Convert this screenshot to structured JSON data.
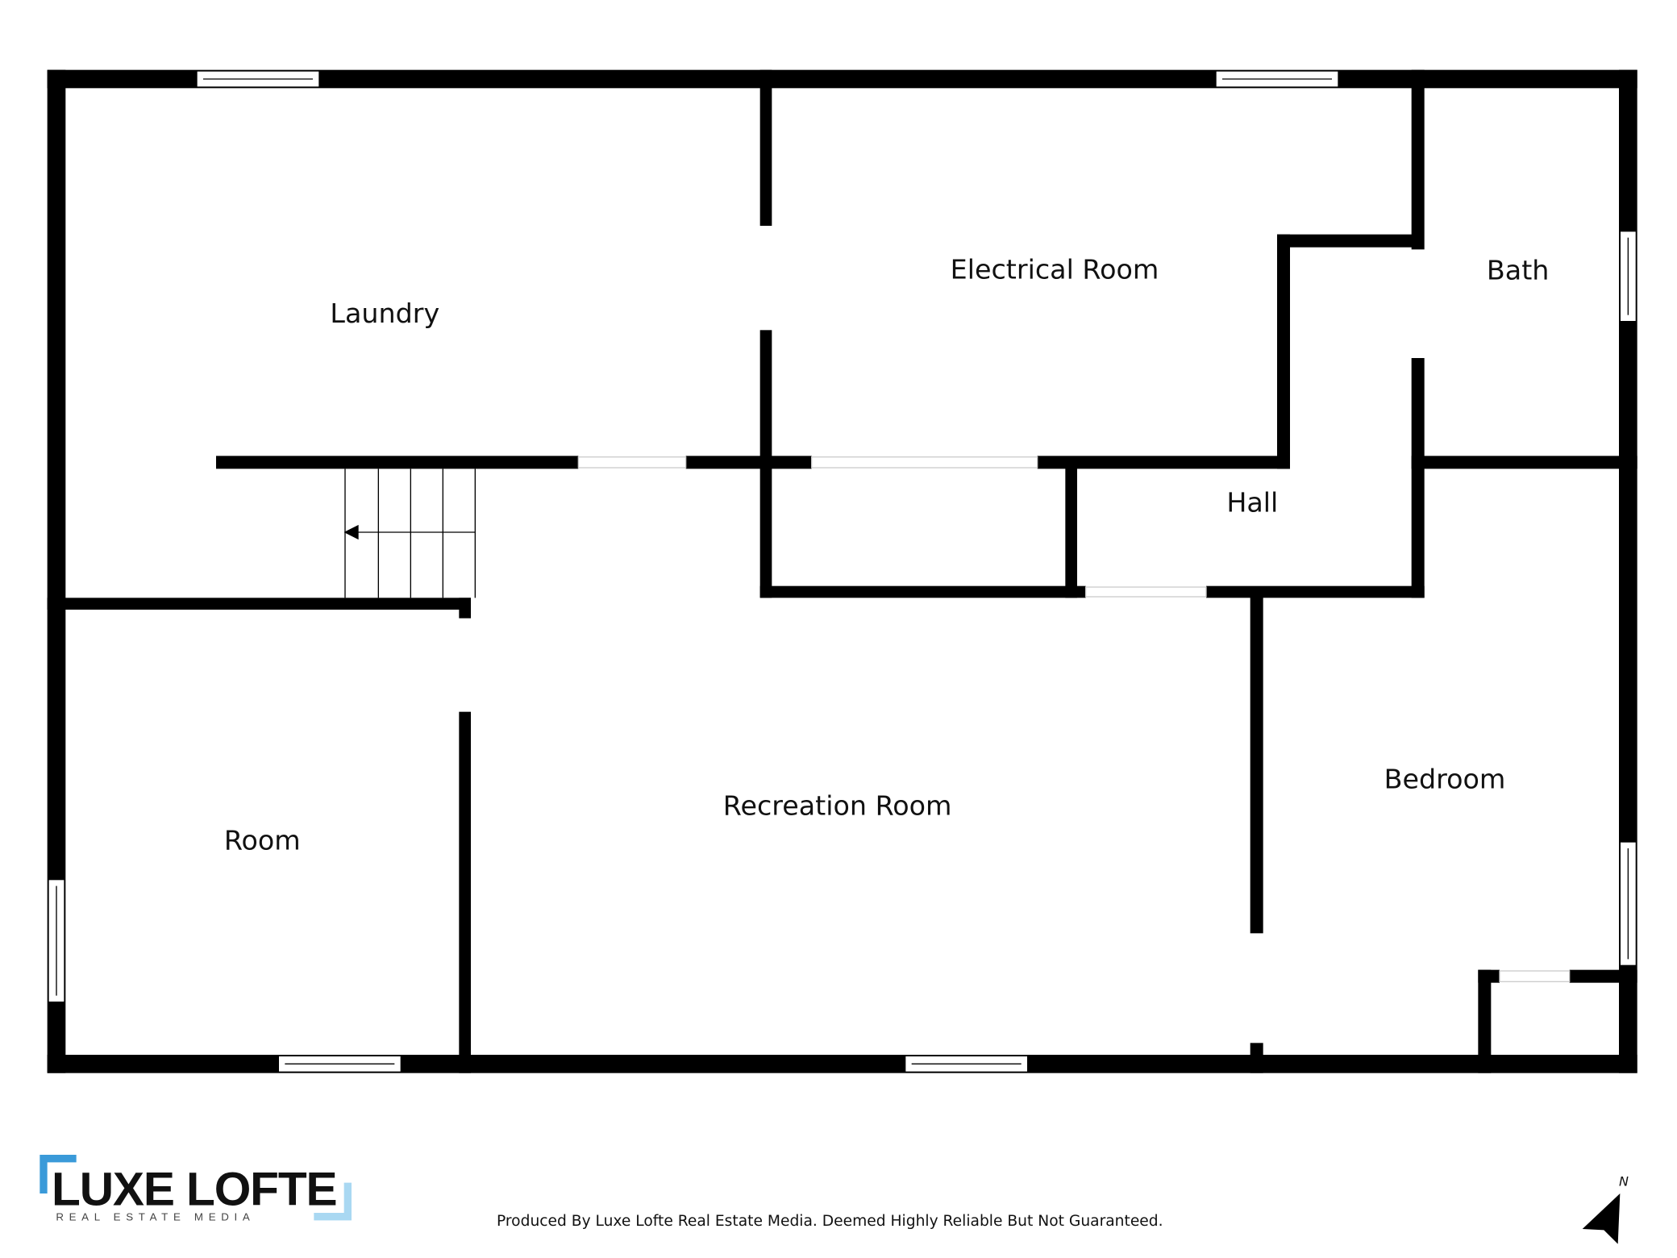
{
  "rooms": {
    "laundry": "Laundry",
    "electrical": "Electrical Room",
    "bath": "Bath",
    "hall": "Hall",
    "bedroom": "Bedroom",
    "recreation": "Recreation Room",
    "room": "Room"
  },
  "logo": {
    "name": "LUXE LOFTE",
    "tagline": "REAL ESTATE MEDIA",
    "accent": "#3a9ad9",
    "accent_light": "#a9d8f2"
  },
  "footer": {
    "disclaimer": "Produced By Luxe Lofte Real Estate Media. Deemed Highly Reliable But Not Guaranteed."
  },
  "compass": {
    "label": "N"
  }
}
